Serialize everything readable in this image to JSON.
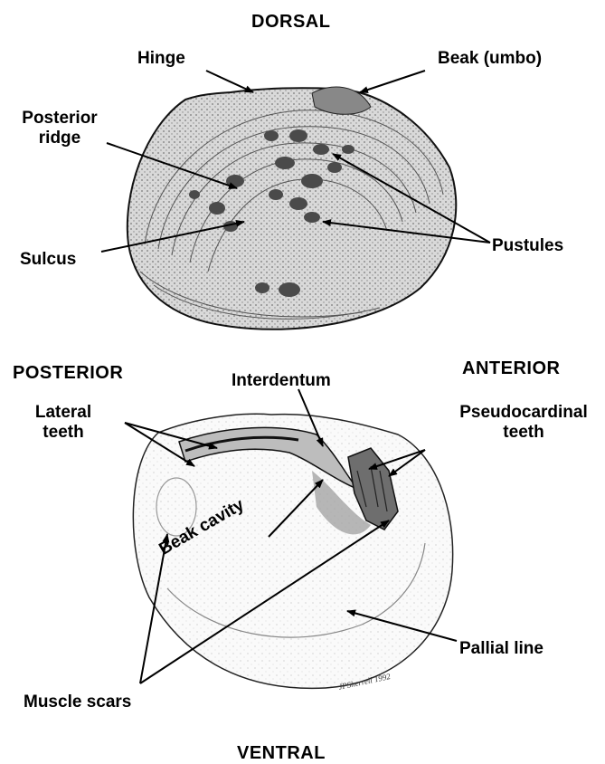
{
  "directions": {
    "dorsal": "DORSAL",
    "posterior": "POSTERIOR",
    "anterior": "ANTERIOR",
    "ventral": "VENTRAL"
  },
  "labels": {
    "hinge": "Hinge",
    "beak_umbo": "Beak (umbo)",
    "posterior_ridge_1": "Posterior",
    "posterior_ridge_2": "ridge",
    "sulcus": "Sulcus",
    "pustules": "Pustules",
    "interdentum": "Interdentum",
    "lateral_teeth_1": "Lateral",
    "lateral_teeth_2": "teeth",
    "pseudocardinal_teeth_1": "Pseudocardinal",
    "pseudocardinal_teeth_2": "teeth",
    "beak_cavity": "Beak cavity",
    "pallial_line": "Pallial line",
    "muscle_scars": "Muscle scars"
  },
  "signature": "JPSherrell 1992"
}
